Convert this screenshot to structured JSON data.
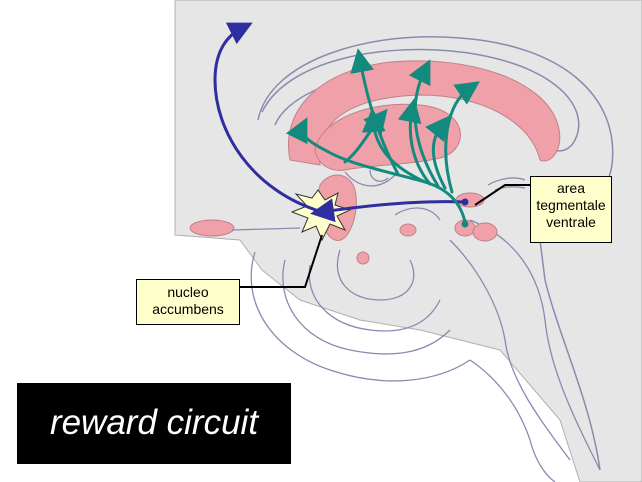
{
  "labels": {
    "nucleo_accumbens": [
      "nucleo",
      "accumbens"
    ],
    "area_tegmentale_ventrale": [
      "area",
      "tegmentale",
      "ventrale"
    ]
  },
  "title": "reward circuit",
  "colors": {
    "background_panel": "#e6e6e6",
    "outline": "#8a8ab0",
    "pink_region": "#f0a0a8",
    "blue_pathway": "#2e2ea0",
    "teal_pathway": "#138a7e",
    "label_fill": "#ffffcc",
    "title_fill": "#000000"
  }
}
